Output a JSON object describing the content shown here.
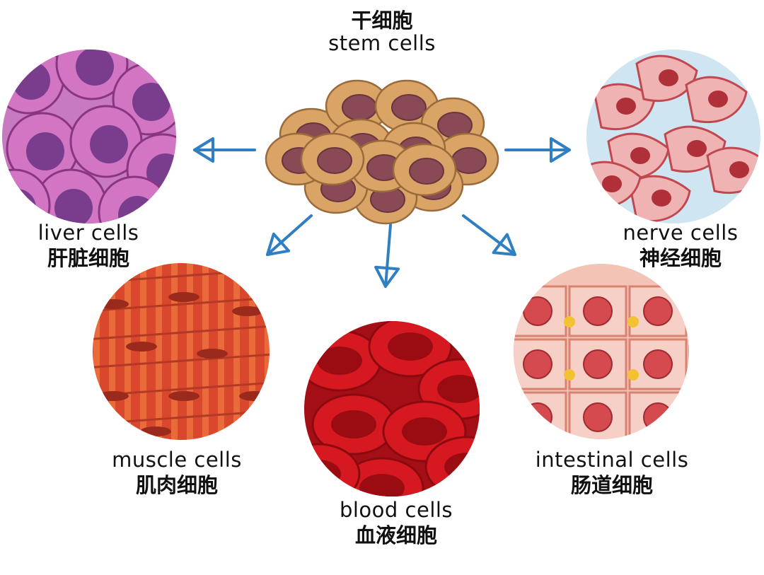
{
  "center": {
    "zh": "干细胞",
    "en": "stem cells"
  },
  "cells": [
    {
      "id": "liver",
      "en": "liver cells",
      "zh": "肝脏细胞"
    },
    {
      "id": "nerve",
      "en": "nerve cells",
      "zh": "神经细胞"
    },
    {
      "id": "muscle",
      "en": "muscle cells",
      "zh": "肌肉细胞"
    },
    {
      "id": "blood",
      "en": "blood cells",
      "zh": "血液细胞"
    },
    {
      "id": "intestinal",
      "en": "intestinal cells",
      "zh": "肠道细胞"
    }
  ],
  "colors": {
    "arrow": "#2f7fc2",
    "stem_cell": "#d9a466",
    "stem_nucleus": "#8a4a55",
    "liver": "#a44a9a",
    "nerve_bg": "#cfe6f2",
    "nerve_cell": "#e9a3a3",
    "muscle": "#d6452b",
    "blood": "#c8141b",
    "intestinal": "#f1b7a8"
  }
}
